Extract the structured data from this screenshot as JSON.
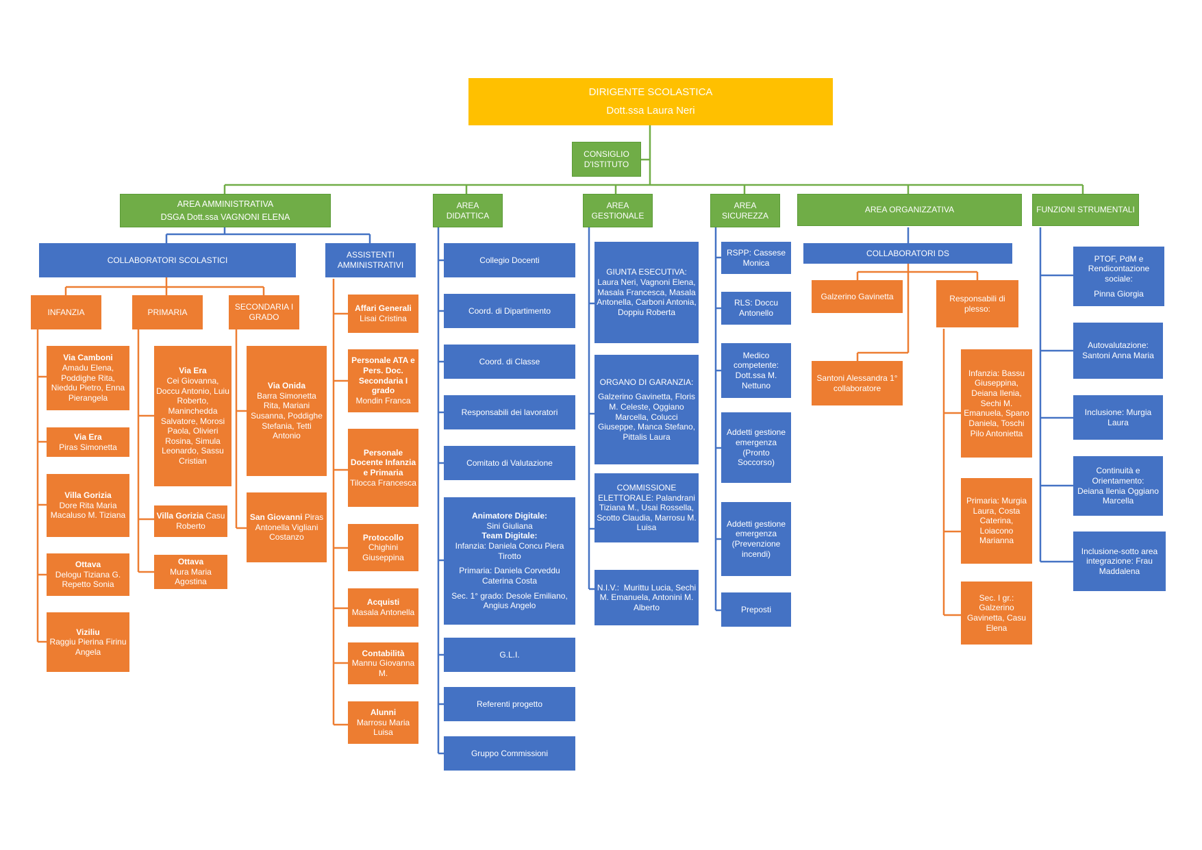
{
  "root": {
    "title": "DIRIGENTE SCOLASTICA",
    "name": "Dott.ssa Laura Neri"
  },
  "council": {
    "label": "CONSIGLIO D'ISTITUTO"
  },
  "areas": {
    "amministrativa": {
      "title": "AREA AMMINISTRATIVA",
      "subtitle": "DSGA  Dott.ssa VAGNONI ELENA"
    },
    "didattica": {
      "title": "AREA DIDATTICA"
    },
    "gestionale": {
      "title": "AREA GESTIONALE"
    },
    "sicurezza": {
      "title": "AREA SICUREZZA"
    },
    "organizzativa": {
      "title": "AREA ORGANIZZATIVA"
    },
    "funzioni": {
      "title": "FUNZIONI STRUMENTALI"
    }
  },
  "collaboratori_scolastici": {
    "label": "COLLABORATORI SCOLASTICI",
    "infanzia": {
      "label": "INFANZIA",
      "items": [
        {
          "place": "Via Camboni",
          "names": "Amadu Elena, Poddighe Rita, Nieddu Pietro, Enna Pierangela"
        },
        {
          "place": "Via Era",
          "names": "Piras Simonetta"
        },
        {
          "place": "Villa Gorizia",
          "names": "Dore Rita Maria Macaluso M. Tiziana"
        },
        {
          "place": "Ottava",
          "names": "Delogu Tiziana G. Repetto Sonia"
        },
        {
          "place": "Viziliu",
          "names": "Raggiu Pierina Firinu Angela"
        }
      ]
    },
    "primaria": {
      "label": "PRIMARIA",
      "items": [
        {
          "place": "Via Era",
          "names": "Cei Giovanna, Doccu Antonio, Luiu Roberto, Maninchedda Salvatore, Morosi Paola, Olivieri Rosina, Simula Leonardo, Sassu Cristian"
        },
        {
          "place": "Villa Gorizia",
          "names": "Casu Roberto"
        },
        {
          "place": "Ottava",
          "names": "Mura Maria Agostina"
        }
      ]
    },
    "secondaria": {
      "label": "SECONDARIA I GRADO",
      "items": [
        {
          "place": "Via Onida",
          "names": "Barra Simonetta Rita, Mariani Susanna, Poddighe Stefania, Tetti Antonio"
        },
        {
          "place": "San Giovanni",
          "names": "Piras Antonella  Vigliani Costanzo"
        }
      ]
    }
  },
  "assistenti": {
    "label": "ASSISTENTI AMMINISTRATIVI",
    "items": [
      {
        "role": "Affari Generali",
        "names": "Lisai Cristina"
      },
      {
        "role": "Personale ATA e Pers. Doc. Secondaria I grado",
        "names": "Mondin Franca"
      },
      {
        "role": "Personale Docente Infanzia e Primaria",
        "names": "Tilocca Francesca"
      },
      {
        "role": "Protocollo",
        "names": "Chighini Giuseppina"
      },
      {
        "role": "Acquisti",
        "names": "Masala Antonella"
      },
      {
        "role": "Contabilità",
        "names": "Mannu Giovanna M."
      },
      {
        "role": "Alunni",
        "names": "Marrosu Maria Luisa"
      }
    ]
  },
  "didattica_items": [
    "Collegio Docenti",
    "Coord. di Dipartimento",
    "Coord. di Classe",
    "Responsabili dei lavoratori",
    "Comitato di Valutazione",
    "ANIMATORE",
    "G.L.I.",
    "Referenti progetto",
    "Gruppo Commissioni"
  ],
  "animatore": {
    "title": "Animatore Digitale:",
    "name": "Sini Giuliana",
    "team_title": "Team Digitale:",
    "infanzia": "Infanzia: Daniela Concu Piera Tirotto",
    "primaria": "Primaria: Daniela Corveddu Caterina Costa",
    "secondaria": "Sec. 1° grado: Desole Emiliano, Angius Angelo"
  },
  "gestionale_items": [
    {
      "title": "GIUNTA ESECUTIVA:",
      "text": "Laura Neri, Vagnoni Elena,  Masala Francesca, Masala Antonella, Carboni Antonia, Doppiu Roberta"
    },
    {
      "title": "ORGANO DI GARANZIA:",
      "text": "Galzerino Gavinetta, Floris M. Celeste, Oggiano Marcella, Colucci Giuseppe, Manca Stefano,  Pittalis Laura"
    },
    {
      "title": "COMMISSIONE ELETTORALE:",
      "text": "Palandrani Tiziana M., Usai Rossella, Scotto Claudia, Marrosu M. Luisa"
    },
    {
      "title": "N.I.V.:",
      "text": "Murittu Lucia, Sechi M. Emanuela, Antonini M. Alberto"
    }
  ],
  "sicurezza_items": [
    "RSPP: Cassese Monica",
    "RLS: Doccu Antonello",
    "Medico competente: Dott.ssa M. Nettuno",
    "Addetti gestione emergenza (Pronto Soccorso)",
    "Addetti gestione emergenza (Prevenzione incendi)",
    "Preposti"
  ],
  "organizzativa": {
    "collaboratori_ds": "COLLABORATORI DS",
    "galzerino": "Galzerino Gavinetta",
    "santoni": "Santoni Alessandra 1° collaboratore",
    "responsabili": "Responsabili di plesso:",
    "plessi": [
      "Infanzia: Bassu Giuseppina, Deiana Ilenia, Sechi M. Emanuela, Spano Daniela, Toschi Pilo Antonietta",
      "Primaria: Murgia Laura, Costa Caterina, Loiacono Marianna",
      "Sec. I gr.: Galzerino Gavinetta, Casu Elena"
    ]
  },
  "funzioni_items": [
    {
      "title": "PTOF, PdM e Rendicontazione sociale:",
      "name": "Pinna Giorgia"
    },
    {
      "title": "Autovalutazione:",
      "name": "Santoni Anna Maria"
    },
    {
      "title": "Inclusione:",
      "name": "Murgia Laura"
    },
    {
      "title": "Continuità e Orientamento:",
      "name": "Deiana Ilenia Oggiano Marcella"
    },
    {
      "title": "Inclusione-sotto area integrazione:",
      "name": "Frau Maddalena"
    }
  ],
  "colors": {
    "yellow": "#ffc000",
    "green": "#70ad47",
    "blue": "#4472c4",
    "orange": "#ed7d31"
  }
}
